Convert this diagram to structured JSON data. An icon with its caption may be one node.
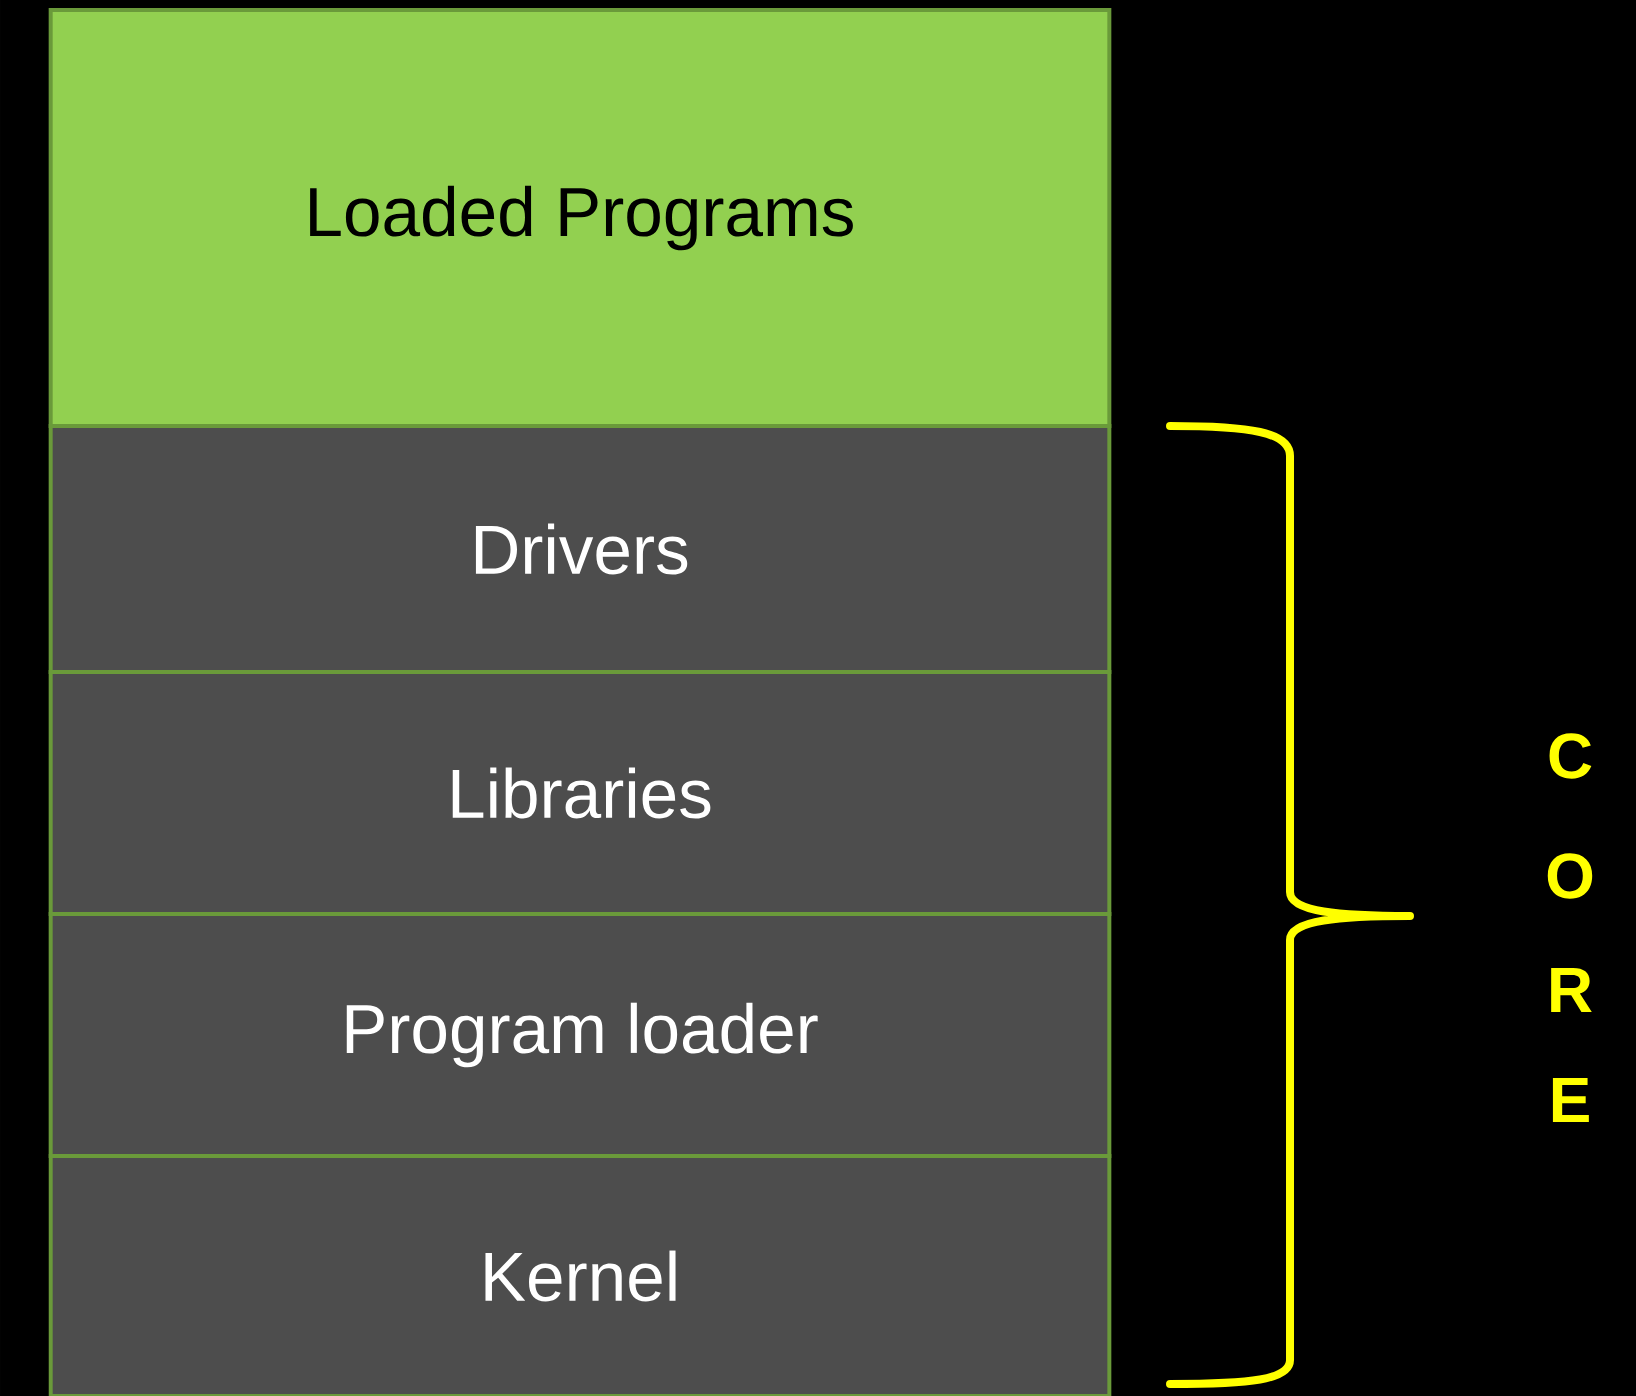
{
  "diagram": {
    "nodes": [
      {
        "text": [
          "Loaded Programs"
        ]
      },
      {
        "text": [
          "Drivers"
        ]
      },
      {
        "text": [
          "Libraries"
        ]
      },
      {
        "text": [
          "Program loader"
        ]
      },
      {
        "text": [
          "Kernel"
        ]
      }
    ],
    "labels": [
      "C",
      "O",
      "R",
      "E"
    ]
  }
}
